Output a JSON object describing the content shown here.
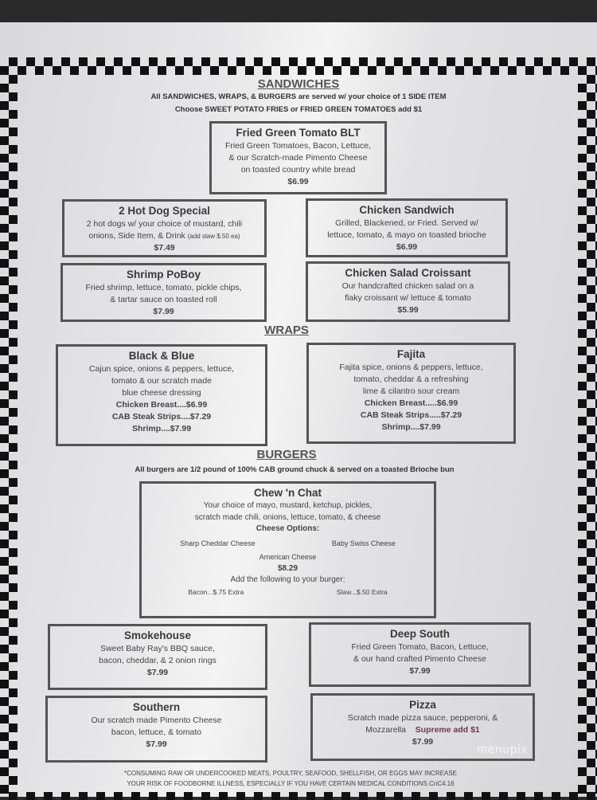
{
  "sandwiches": {
    "heading": "SANDWICHES",
    "note1": "All SANDWICHES, WRAPS, & BURGERS are served w/ your choice of 1 SIDE ITEM",
    "note2": "Choose SWEET POTATO FRIES or FRIED GREEN TOMATOES add $1",
    "items": [
      {
        "name": "Fried Green Tomato BLT",
        "desc": [
          "Fried Green Tomatoes, Bacon, Lettuce,",
          "& our Scratch-made Pimento Cheese",
          "on toasted country white bread"
        ],
        "price": "$6.99"
      },
      {
        "name": "2 Hot Dog Special",
        "desc": [
          "2 hot dogs w/ your choice of mustard, chili",
          "onions, Side Item, & Drink"
        ],
        "extra": "(add slaw $.50 ea)",
        "price": "$7.49"
      },
      {
        "name": "Chicken Sandwich",
        "desc": [
          "Grilled, Blackened, or Fried. Served w/",
          "lettuce, tomato, & mayo on toasted brioche"
        ],
        "price": "$6.99"
      },
      {
        "name": "Shrimp PoBoy",
        "desc": [
          "Fried shrimp, lettuce, tomato, pickle chips,",
          "& tartar sauce on toasted roll"
        ],
        "price": "$7.99"
      },
      {
        "name": "Chicken Salad Croissant",
        "desc": [
          "Our handcrafted chicken salad on a",
          "flaky croissant w/ lettuce & tomato"
        ],
        "price": "$5.99"
      }
    ]
  },
  "wraps": {
    "heading": "WRAPS",
    "items": [
      {
        "name": "Black & Blue",
        "desc": [
          "Cajun spice, onions & peppers, lettuce,",
          "tomato & our scratch made",
          "blue cheese dressing"
        ],
        "options": [
          "Chicken Breast....$6.99",
          "CAB Steak Strips....$7.29",
          "Shrimp....$7.99"
        ]
      },
      {
        "name": "Fajita",
        "desc": [
          "Fajita spice, onions & peppers, lettuce,",
          "tomato, cheddar &  a refreshing",
          "lime & cilantro sour cream"
        ],
        "options": [
          "Chicken Breast.....$6.99",
          "CAB Steak Strips.....$7.29",
          "Shrimp....$7.99"
        ]
      }
    ]
  },
  "burgers": {
    "heading": "BURGERS",
    "note": "All burgers are 1/2 pound of 100% CAB ground chuck & served on a toasted Brioche bun",
    "chew": {
      "name": "Chew 'n Chat",
      "desc": [
        "Your choice of mayo, mustard, ketchup, pickles,",
        "scratch made chili, onions, lettuce, tomato, & cheese"
      ],
      "cheese_label": "Cheese Options:",
      "cheeses": [
        "Sharp Cheddar Cheese",
        "Baby Swiss Cheese",
        "American Cheese"
      ],
      "price": "$8.29",
      "add_label": "Add the following to your burger:",
      "addons": [
        "Bacon...$.75 Extra",
        "Slaw...$.50 Extra"
      ]
    },
    "items": [
      {
        "name": "Smokehouse",
        "desc": [
          "Sweet Baby Ray's BBQ sauce,",
          "bacon, cheddar, & 2 onion rings"
        ],
        "price": "$7.99"
      },
      {
        "name": "Deep South",
        "desc": [
          "Fried Green Tomato, Bacon, Lettuce,",
          "& our hand crafted Pimento Cheese"
        ],
        "price": "$7.99"
      },
      {
        "name": "Southern",
        "desc": [
          "Our scratch made Pimento Cheese",
          "bacon, lettuce, & tomato"
        ],
        "price": "$7.99"
      },
      {
        "name": "Pizza",
        "desc": [
          "Scratch made pizza sauce, pepperoni, &"
        ],
        "desc2": "Mozzarella",
        "extra": "Supreme add $1",
        "price": "$7.99"
      }
    ]
  },
  "disclaimer": [
    "*CONSUMING RAW OR UNDERCOOKED MEATS, POULTRY, SEAFOOD, SHELLFISH, OR EGGS MAY INCREASE",
    "YOUR RISK OF FOODBORNE ILLNESS, ESPECIALLY IF YOU HAVE CERTAIN MEDICAL CONDITIONS.CnC4.16"
  ],
  "watermark": "menupix"
}
